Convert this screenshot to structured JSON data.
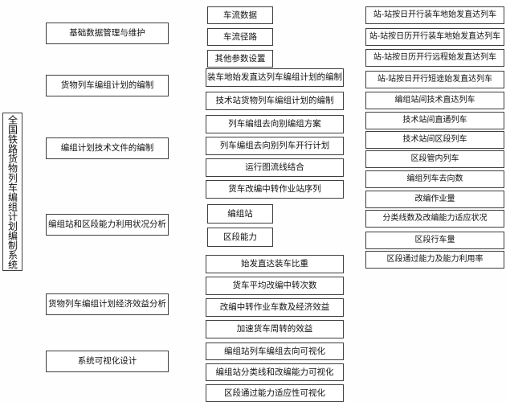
{
  "page": {
    "background": "#ffffff"
  },
  "diagram": {
    "type": "tree",
    "colors": {
      "line": "#2b2b2b",
      "box_border": "#3f3f3f",
      "box_fill": "#ffffff",
      "text": "#111111"
    },
    "root": {
      "label": "全国铁路货物列车编组计划编制系统"
    },
    "branches": [
      {
        "label": "基础数据管理与维护",
        "children": [
          {
            "label": "车流数据"
          },
          {
            "label": "车流径路"
          },
          {
            "label": "其他参数设置"
          }
        ]
      },
      {
        "label": "货物列车编组计划的编制",
        "children": [
          {
            "label": "装车地始发直达列车编组计划的编制",
            "children": [
              {
                "label": "站-站按日开行装车地始发直达列车"
              },
              {
                "label": "站-站按日历开行装车地始发直达列车"
              },
              {
                "label": "站-站按日历开行远程始发直达列车"
              },
              {
                "label": "站-站按日开行短途始发直达列车"
              }
            ]
          },
          {
            "label": "技术站货物列车编组计划的编制",
            "children": [
              {
                "label": "编组站间技术直达列车"
              },
              {
                "label": "技术站间直通列车"
              },
              {
                "label": "技术站间区段列车"
              },
              {
                "label": "区段管内列车"
              }
            ]
          }
        ]
      },
      {
        "label": "编组计划技术文件的编制",
        "children": [
          {
            "label": "列车编组去向别编组方案"
          },
          {
            "label": "列车编组去向别列车开行计划"
          },
          {
            "label": "运行图流线结合"
          },
          {
            "label": "货车改编中转作业站序列"
          }
        ]
      },
      {
        "label": "编组站和区段能力利用状况分析",
        "children": [
          {
            "label": "编组站",
            "children": [
              {
                "label": "编组列车去向数"
              },
              {
                "label": "改编作业量"
              },
              {
                "label": "分类线数及改编能力适应状况"
              }
            ]
          },
          {
            "label": "区段能力",
            "children": [
              {
                "label": "区段行车量"
              },
              {
                "label": "区段通过能力及能力利用率"
              }
            ]
          }
        ]
      },
      {
        "label": "货物列车编组计划经济效益分析",
        "children": [
          {
            "label": "始发直达装车比重"
          },
          {
            "label": "货车平均改编中转次数"
          },
          {
            "label": "改编中转作业车数及经济效益"
          },
          {
            "label": "加速货车周转的效益"
          }
        ]
      },
      {
        "label": "系统可视化设计",
        "children": [
          {
            "label": "编组站列车编组去向可视化"
          },
          {
            "label": "编组站分类线和改编能力可视化"
          },
          {
            "label": "区段通过能力适应性可视化"
          }
        ]
      }
    ]
  }
}
